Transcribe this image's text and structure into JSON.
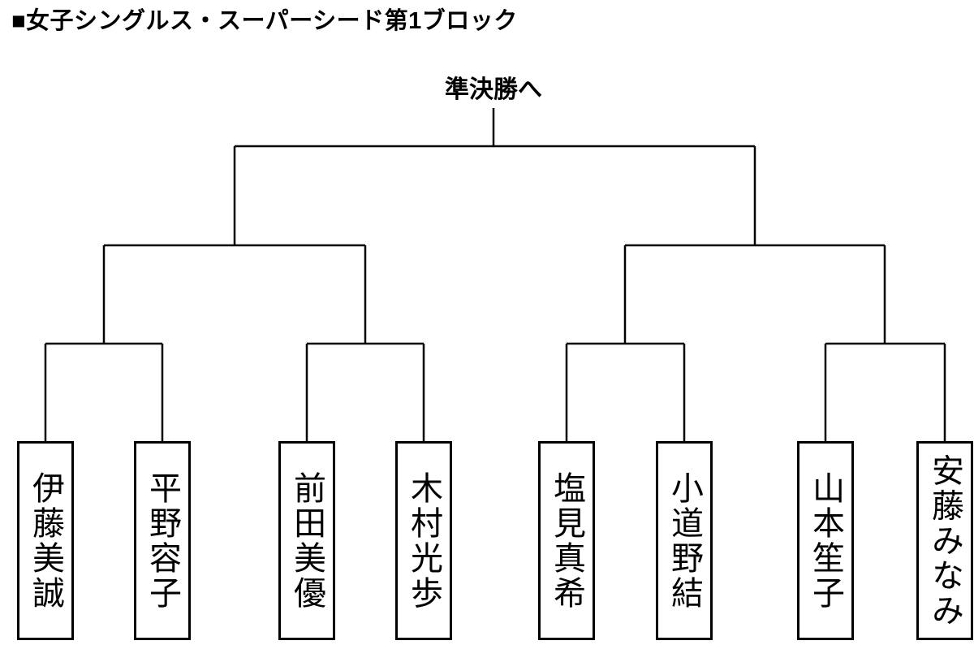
{
  "title": "■女子シングルス・スーパーシード第1ブロック",
  "bracket": {
    "advance_label": "準決勝へ",
    "block": "第1ブロック",
    "event": "女子シングルス・スーパーシード",
    "players": [
      "伊藤美誠",
      "平野容子",
      "前田美優",
      "木村光歩",
      "塩見真希",
      "小道野結",
      "山本笙子",
      "安藤みなみ"
    ]
  },
  "colors": {
    "background": "#ffffff",
    "line": "#000000",
    "text": "#000000"
  }
}
